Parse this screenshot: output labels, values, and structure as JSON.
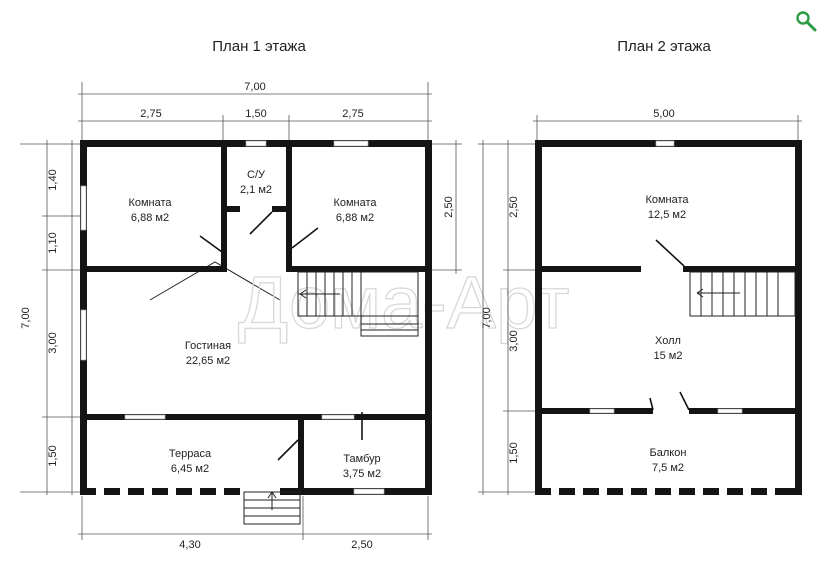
{
  "plan1": {
    "title": "План 1 этажа",
    "rooms": [
      {
        "name": "Комната",
        "area": "6,88 м2"
      },
      {
        "name": "С/У",
        "area": "2,1 м2"
      },
      {
        "name": "Комната",
        "area": "6,88 м2"
      },
      {
        "name": "Гостиная",
        "area": "22,65 м2"
      },
      {
        "name": "Терраса",
        "area": "6,45 м2"
      },
      {
        "name": "Тамбур",
        "area": "3,75 м2"
      }
    ],
    "dims": {
      "total_width": "7,00",
      "top_left": "2,75",
      "top_mid": "1,50",
      "top_right": "2,75",
      "total_height": "7,00",
      "left_a": "1,40",
      "left_b": "1,10",
      "left_c": "3,00",
      "left_d": "1,50",
      "right_a": "2,50",
      "bottom_left": "4,30",
      "bottom_right": "2,50"
    }
  },
  "plan2": {
    "title": "План 2 этажа",
    "rooms": [
      {
        "name": "Комната",
        "area": "12,5 м2"
      },
      {
        "name": "Холл",
        "area": "15 м2"
      },
      {
        "name": "Балкон",
        "area": "7,5 м2"
      }
    ],
    "dims": {
      "total_width": "5,00",
      "total_height": "7,00",
      "left_a": "2,50",
      "left_b": "3,00",
      "left_c": "1,50"
    }
  },
  "watermark": "Дома-Арт",
  "search_icon": "search-icon",
  "accent_color": "#2e9b47"
}
